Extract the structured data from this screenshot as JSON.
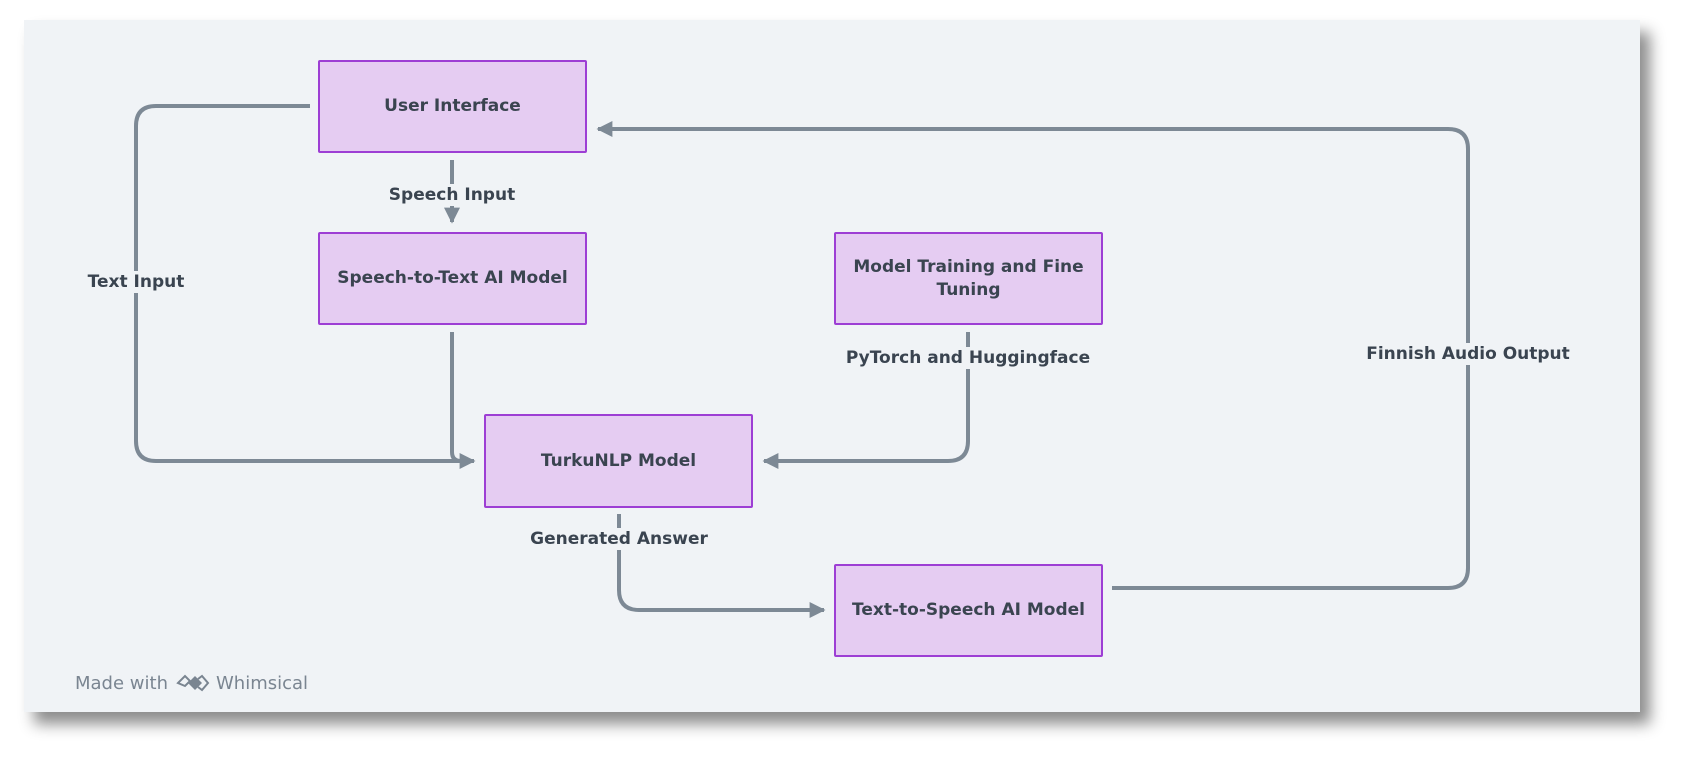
{
  "nodes": {
    "user_interface": "User Interface",
    "speech_to_text": "Speech-to-Text AI Model",
    "model_training": "Model Training and Fine Tuning",
    "turkunlp": "TurkuNLP Model",
    "text_to_speech": "Text-to-Speech AI Model"
  },
  "edges": {
    "speech_input": "Speech Input",
    "text_input": "Text Input",
    "pytorch": "PyTorch and Huggingface",
    "generated_answer": "Generated Answer",
    "finnish_audio": "Finnish Audio Output"
  },
  "footer": {
    "made_with": "Made with",
    "brand": "Whimsical"
  },
  "colors": {
    "node_fill": "#e5ccf2",
    "node_border": "#9d3ed4",
    "edge": "#7d8995",
    "background": "#f0f3f6"
  }
}
